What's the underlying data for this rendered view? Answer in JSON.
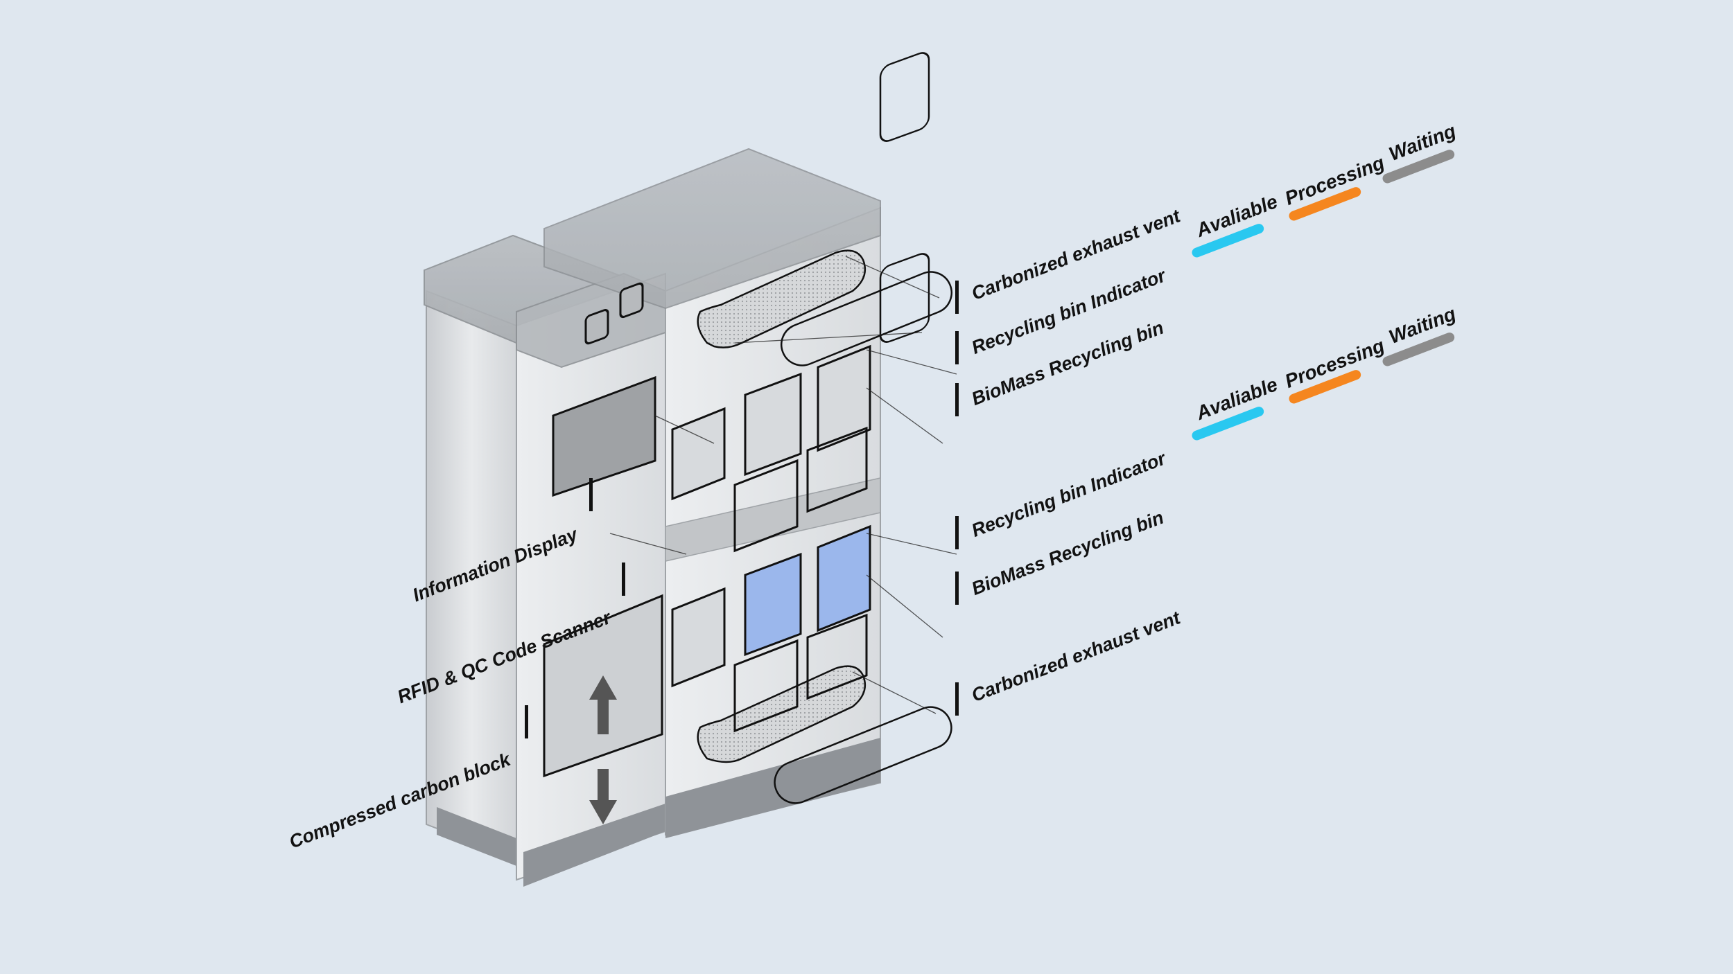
{
  "background_color": "#dfe7ef",
  "legend_colors": {
    "available": "#29c8f0",
    "processing": "#f5861f",
    "waiting": "#8c8c8c"
  },
  "legend_upper": {
    "available": "Avaliable",
    "processing": "Processing",
    "waiting": "Waiting"
  },
  "legend_lower": {
    "available": "Avaliable",
    "processing": "Processing",
    "waiting": "Waiting"
  },
  "callouts_right": {
    "upper_vent": "Carbonized exhaust vent",
    "upper_indicator": "Recycling bin Indicator",
    "upper_bin": "BioMass Recycling bin",
    "lower_indicator": "Recycling bin Indicator",
    "lower_bin": "BioMass Recycling bin",
    "lower_vent": "Carbonized exhaust vent"
  },
  "callouts_left": {
    "display": "Information Display",
    "scanner": "RFID & QC Code Scanner",
    "carbon_block": "Compressed carbon block"
  }
}
